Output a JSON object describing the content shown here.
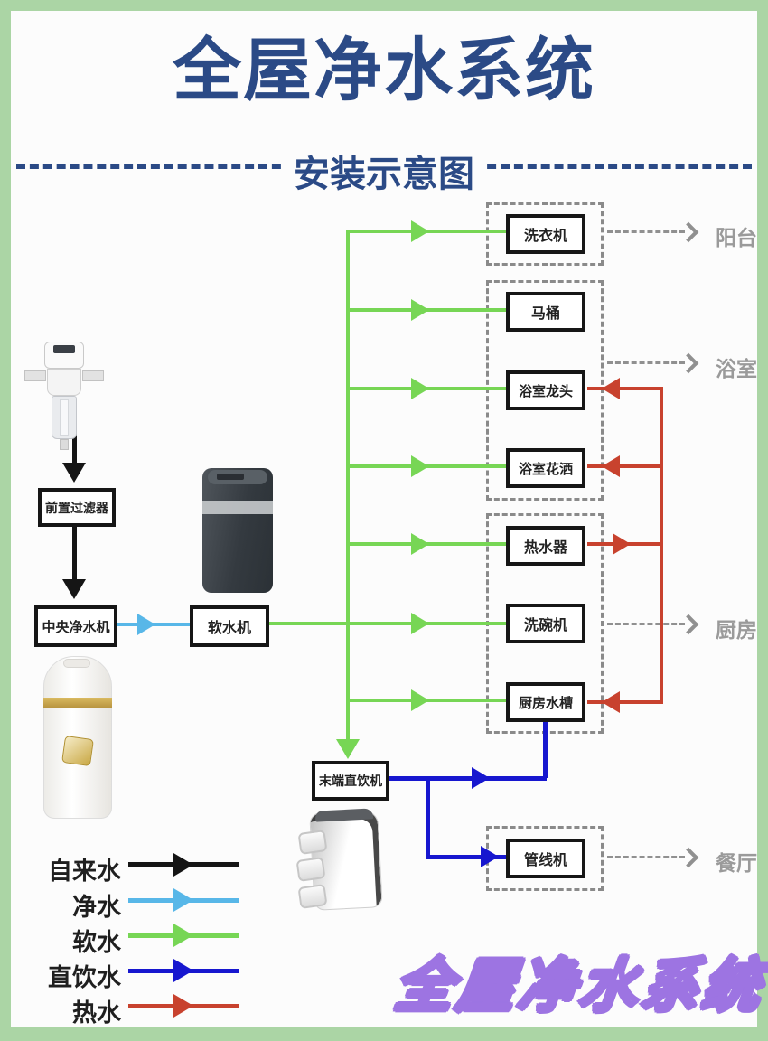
{
  "header": {
    "title": "全屋净水系统",
    "subtitle": "安装示意图"
  },
  "source_chain": {
    "prefilter": "前置过滤器",
    "central_purifier": "中央净水机",
    "softener": "软水机",
    "terminal_purifier": "末端直饮机"
  },
  "appliances": [
    {
      "label": "洗衣机"
    },
    {
      "label": "马桶"
    },
    {
      "label": "浴室龙头"
    },
    {
      "label": "浴室花洒"
    },
    {
      "label": "热水器"
    },
    {
      "label": "洗碗机"
    },
    {
      "label": "厨房水槽"
    },
    {
      "label": "管线机"
    }
  ],
  "rooms": [
    {
      "label": "阳台"
    },
    {
      "label": "浴室"
    },
    {
      "label": "厨房"
    },
    {
      "label": "餐厅"
    }
  ],
  "legend": [
    {
      "label": "自来水",
      "color": "#151515"
    },
    {
      "label": "净水",
      "color": "#58b7e8"
    },
    {
      "label": "软水",
      "color": "#77d655"
    },
    {
      "label": "直饮水",
      "color": "#1717cf"
    },
    {
      "label": "热水",
      "color": "#c8422e"
    }
  ],
  "watermark": "全屋净水系统",
  "colors": {
    "title": "#2b4a86",
    "tap_water": "#151515",
    "purified_water": "#58b7e8",
    "soft_water": "#77d655",
    "drinking_water": "#1717cf",
    "hot_water": "#c8422e",
    "room_label": "#9a9a9a",
    "frame": "#abd5a5",
    "watermark_outline": "#9d74e2"
  }
}
